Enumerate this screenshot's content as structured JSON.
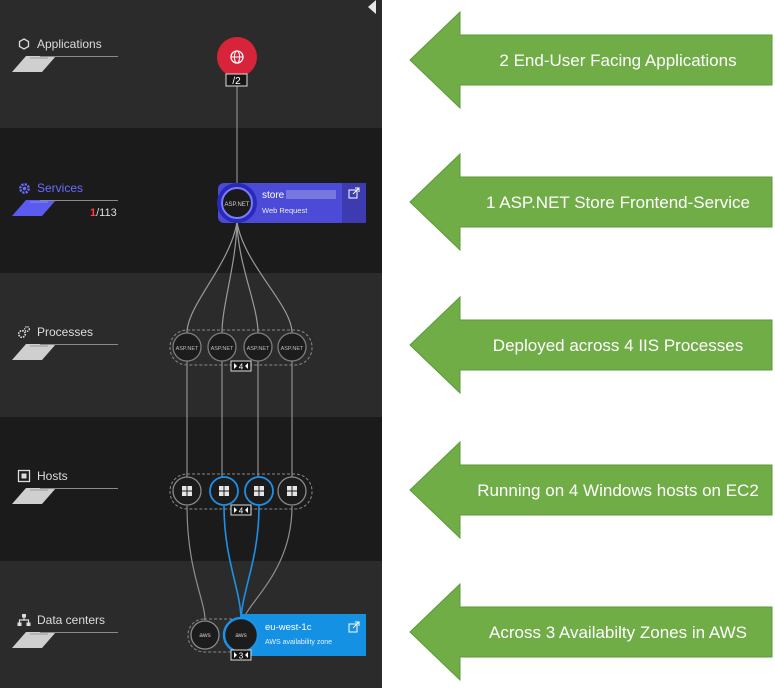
{
  "sidebar": {
    "layers": [
      {
        "label": "Applications",
        "icon": "hexagon-icon"
      },
      {
        "label": "Services",
        "icon": "gear-icon"
      },
      {
        "label": "Processes",
        "icon": "processes-icon"
      },
      {
        "label": "Hosts",
        "icon": "host-icon"
      },
      {
        "label": "Data centers",
        "icon": "datacenter-icon"
      }
    ],
    "services_count_highlight": "1",
    "services_count_total": "/113"
  },
  "topology": {
    "application_badge": "/2",
    "service_node_text": "ASP.NET",
    "service_card": {
      "name": "store",
      "type": "Web Request"
    },
    "process_node_text": "ASP.NET",
    "process_badge": "4",
    "host_badge": "4",
    "datacenter_node_text": "aws",
    "datacenter_card": {
      "name": "eu-west-1c",
      "type": "AWS availability zone"
    },
    "datacenter_badge": "3"
  },
  "callouts": [
    "2 End-User Facing Applications",
    "1 ASP.NET Store Frontend-Service",
    "Deployed across 4 IIS Processes",
    "Running on 4 Windows hosts on EC2",
    "Across 3 Availabilty Zones in AWS"
  ],
  "colors": {
    "accent_purple": "#5b5bf0",
    "application_red": "#d8243a",
    "aws_blue": "#1591e3",
    "callout_green": "#70ad47"
  }
}
